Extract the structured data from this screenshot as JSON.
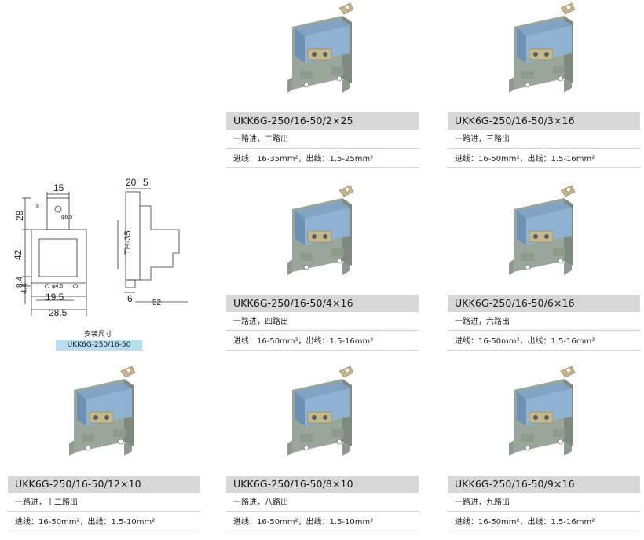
{
  "install": {
    "caption": "安装尺寸",
    "model": "UKK6G-250/16-50",
    "dims": {
      "d15": "15",
      "d20": "20",
      "d5": "5",
      "d28": "28",
      "d42": "42",
      "d84": "8.4",
      "d44": "4.4",
      "d195": "19.5",
      "d285": "28.5",
      "d6": "6",
      "d52": "52",
      "th35": "TH-35",
      "d65": "φ6.5",
      "d45": "φ4.5",
      "d8": "8"
    }
  },
  "products": [
    {
      "model": "UKK6G-250/16-50/2×25",
      "line1": "一路进，二路出",
      "line2": "进线：16-35mm²，出线：1.5-25mm²",
      "icon": "distribution-block-icon"
    },
    {
      "model": "UKK6G-250/16-50/3×16",
      "line1": "一路进，三路出",
      "line2": "进线：16-50mm²，出线：1.5-16mm²",
      "icon": "distribution-block-icon"
    },
    {
      "model": "UKK6G-250/16-50/4×16",
      "line1": "一路进，四路出",
      "line2": "进线：16-50mm²，出线：1.5-16mm²",
      "icon": "distribution-block-icon"
    },
    {
      "model": "UKK6G-250/16-50/6×16",
      "line1": "一路进，六路出",
      "line2": "进线：16-50mm²，出线：1.5-16mm²",
      "icon": "distribution-block-icon"
    },
    {
      "model": "UKK6G-250/16-50/12×10",
      "line1": "一路进，十二路出",
      "line2": "进线：16-50mm²，出线：1.5-10mm²",
      "icon": "distribution-block-icon"
    },
    {
      "model": "UKK6G-250/16-50/8×10",
      "line1": "一路进，八路出",
      "line2": "进线：16-50mm²，出线：1.5-10mm²",
      "icon": "distribution-block-icon"
    },
    {
      "model": "UKK6G-250/16-50/9×16",
      "line1": "一路进，九路出",
      "line2": "进线：16-50mm²，出线：1.5-16mm²",
      "icon": "distribution-block-icon"
    }
  ]
}
